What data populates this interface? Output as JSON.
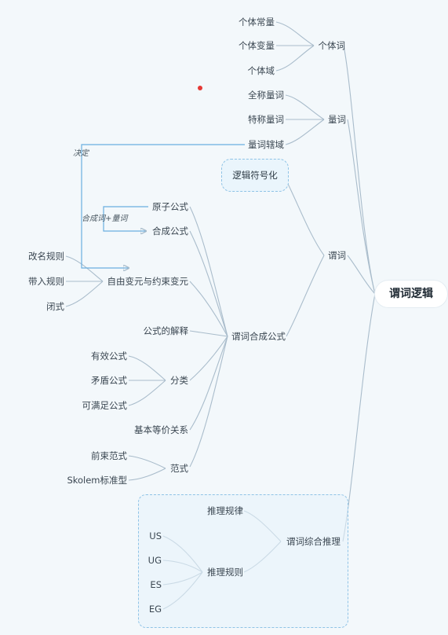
{
  "root": "谓词逻辑",
  "branches": {
    "individual": {
      "label": "个体词",
      "children": [
        "个体常量",
        "个体变量",
        "个体域"
      ]
    },
    "quantifier": {
      "label": "量词",
      "children": [
        "全称量词",
        "特称量词",
        "量词辖域"
      ]
    },
    "predicate": {
      "label": "谓词",
      "children": [
        "逻辑符号化"
      ]
    },
    "formula": {
      "label": "谓词合成公式",
      "atomic": "原子公式",
      "compound": "合成公式",
      "free_bound": {
        "label": "自由变元与约束变元",
        "children": [
          "改名规则",
          "带入规则",
          "闭式"
        ]
      },
      "interpretation": "公式的解释",
      "classification": {
        "label": "分类",
        "children": [
          "有效公式",
          "矛盾公式",
          "可满足公式"
        ]
      },
      "equivalence": "基本等价关系",
      "normal_form": {
        "label": "范式",
        "children": [
          "前束范式",
          "Skolem标准型"
        ]
      }
    },
    "inference": {
      "label": "谓词综合推理",
      "laws": "推理规律",
      "rules": {
        "label": "推理规则",
        "children": [
          "US",
          "UG",
          "ES",
          "EG"
        ]
      }
    }
  },
  "annotations": {
    "decide": "决定",
    "compound_quantifier": "合成词+量词"
  },
  "colors": {
    "background": "#f3f8fb",
    "line": "#a9bccb",
    "arrow": "#6aaee0",
    "dashed_border": "#8fc3e6",
    "marker": "#e53935"
  }
}
